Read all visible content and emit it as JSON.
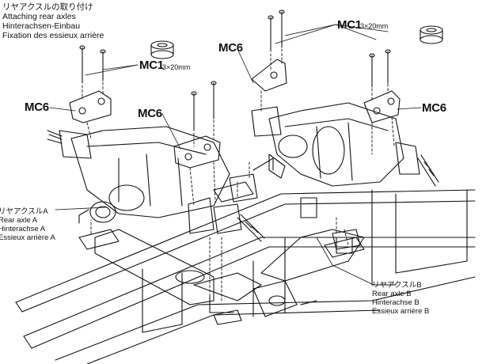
{
  "title": {
    "jp": "リヤアクスルの取り付け",
    "en": "Attaching rear axles",
    "de": "Hinterachsen-Einbau",
    "fr": "Fixation des essieux arrière"
  },
  "parts": {
    "mc1_label": "MC1",
    "mc6_label": "MC6",
    "screw_size": "3×20mm"
  },
  "axle_a": {
    "jp": "リヤアクスルA",
    "en": "Rear axle A",
    "de": "Hinterachse A",
    "fr": "Essieux arrière A"
  },
  "axle_b": {
    "jp": "リヤアクスルB",
    "en": "Rear axle B",
    "de": "Hinterachse B",
    "fr": "Essieux arrière B"
  }
}
